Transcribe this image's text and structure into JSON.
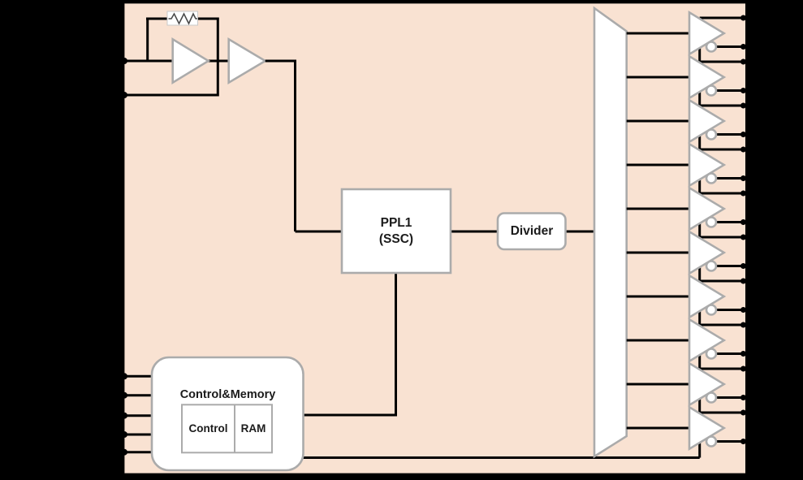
{
  "diagram": {
    "blocks": {
      "pll": {
        "label": "PPL1",
        "sublabel": "(SSC)"
      },
      "divider": {
        "label": "Divider"
      },
      "control_memory": {
        "label": "Control&Memory",
        "control_label": "Control",
        "ram_label": "RAM"
      }
    },
    "oscillator": {
      "input_pins": 2,
      "amplifiers": 2,
      "has_feedback_resistor": true
    },
    "mux": {
      "shape": "trapezoid"
    },
    "outputs": {
      "buffer_count": 10,
      "lines_per_buffer": 2,
      "inverted_output": true
    },
    "control_inputs": {
      "pin_count": 5
    },
    "colors": {
      "background": "#000000",
      "chip_fill": "#f9e2d2",
      "block_fill": "#ffffff",
      "block_border": "#ababab",
      "wire": "#000000",
      "text": "#1b1b1b"
    }
  }
}
